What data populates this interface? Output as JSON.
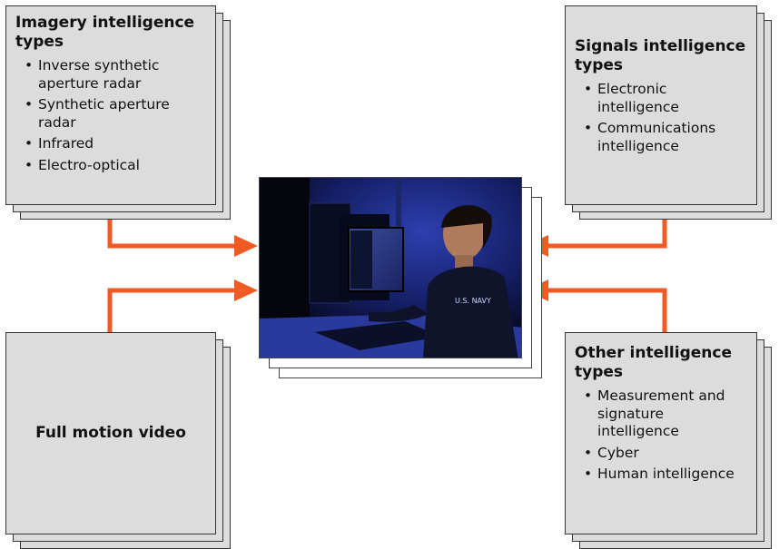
{
  "imagery": {
    "title": "Imagery intelligence types",
    "items": [
      "Inverse synthetic aperture radar",
      "Synthetic aperture radar",
      "Infrared",
      "Electro-optical"
    ]
  },
  "signals": {
    "title": "Signals intelligence types",
    "items": [
      "Electronic intelligence",
      "Communications intelligence"
    ]
  },
  "fmv": {
    "title": "Full motion video"
  },
  "other": {
    "title": "Other intelligence types",
    "items": [
      "Measurement and signature intelligence",
      "Cyber",
      "Human intelligence"
    ]
  },
  "photo": {
    "uniform_text": "U.S. NAVY"
  },
  "colors": {
    "arrow": "#f15a24",
    "box_fill": "#dcdcdc",
    "box_border": "#333333"
  }
}
